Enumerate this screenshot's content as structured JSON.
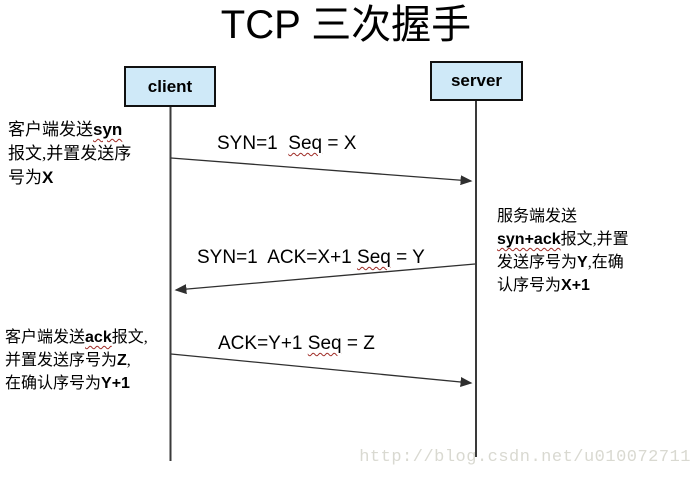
{
  "title": "TCP 三次握手",
  "actors": {
    "client": "client",
    "server": "server"
  },
  "messages": {
    "syn": {
      "lines": [
        [
          {
            "t": "SYN=1  "
          },
          {
            "t": "Seq",
            "w": 1
          },
          {
            "t": " = X"
          }
        ]
      ],
      "direction": "client-to-server"
    },
    "synack": {
      "lines": [
        [
          {
            "t": "SYN=1  ACK=X+1 "
          },
          {
            "t": "Seq",
            "w": 1
          },
          {
            "t": " = Y"
          }
        ]
      ],
      "direction": "server-to-client"
    },
    "ack": {
      "lines": [
        [
          {
            "t": "ACK=Y+1 "
          },
          {
            "t": "Seq",
            "w": 1
          },
          {
            "t": " = Z"
          }
        ]
      ],
      "direction": "client-to-server"
    }
  },
  "notes": {
    "client_syn": {
      "lines": [
        [
          {
            "t": "客户端发送"
          },
          {
            "t": "syn",
            "b": 1,
            "w": 1
          }
        ],
        [
          {
            "t": "报文,并置发送序"
          }
        ],
        [
          {
            "t": "号为"
          },
          {
            "t": "X",
            "b": 1
          }
        ]
      ]
    },
    "server_synack": {
      "lines": [
        [
          {
            "t": "服务端发送"
          }
        ],
        [
          {
            "t": "syn+ack",
            "b": 1,
            "w": 1
          },
          {
            "t": "报文,并置"
          }
        ],
        [
          {
            "t": "发送序号为"
          },
          {
            "t": "Y",
            "b": 1
          },
          {
            "t": ",在确"
          }
        ],
        [
          {
            "t": "认序号为"
          },
          {
            "t": "X+1",
            "b": 1
          }
        ]
      ]
    },
    "client_ack": {
      "lines": [
        [
          {
            "t": "客户端发送"
          },
          {
            "t": "ack",
            "b": 1,
            "w": 1
          },
          {
            "t": "报文,"
          }
        ],
        [
          {
            "t": "并置发送序号为"
          },
          {
            "t": "Z",
            "b": 1
          },
          {
            "t": ","
          }
        ],
        [
          {
            "t": "在确认序号为"
          },
          {
            "t": "Y+1",
            "b": 1
          }
        ]
      ]
    }
  },
  "watermark": "http://blog.csdn.net/u010072711",
  "colors": {
    "actor_fill": "#cfe9f8",
    "line_color": "#3a3a3a",
    "wavy_color": "#9e2b25",
    "watermark_color": "#d9d9d1"
  }
}
